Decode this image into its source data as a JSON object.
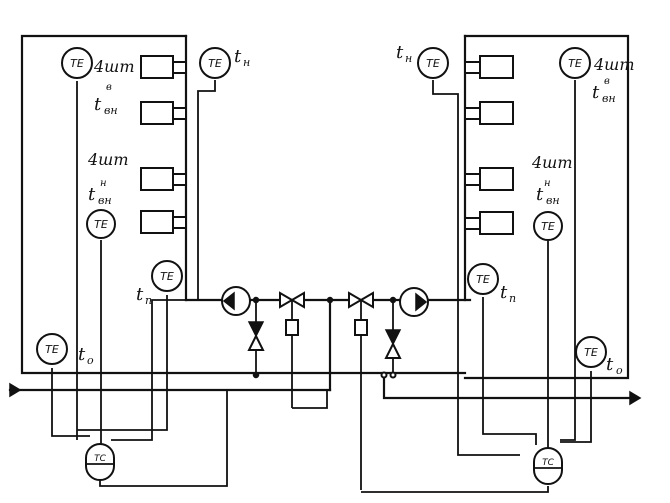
{
  "diagram": {
    "sensor_tag": "TE",
    "controller_tag": "TC",
    "left_unit": {
      "upper_group": {
        "count": "4шт",
        "label_main": "t",
        "label_sub": "вн",
        "label_sup": "в"
      },
      "lower_group": {
        "count": "4шт",
        "label_main": "t",
        "label_sub": "вн",
        "label_sup": "н"
      },
      "outdoor_label": {
        "main": "t",
        "sub": "н"
      },
      "supply_label": {
        "main": "t",
        "sub": "п"
      },
      "return_label": {
        "main": "t",
        "sub": "о"
      }
    },
    "right_unit": {
      "upper_group": {
        "count": "4шт",
        "label_main": "t",
        "label_sub": "вн",
        "label_sup": "в"
      },
      "lower_group": {
        "count": "4шт",
        "label_main": "t",
        "label_sub": "вн",
        "label_sup": "н"
      },
      "outdoor_label": {
        "main": "t",
        "sub": "н"
      },
      "supply_label": {
        "main": "t",
        "sub": "п"
      },
      "return_label": {
        "main": "t",
        "sub": "о"
      }
    }
  }
}
